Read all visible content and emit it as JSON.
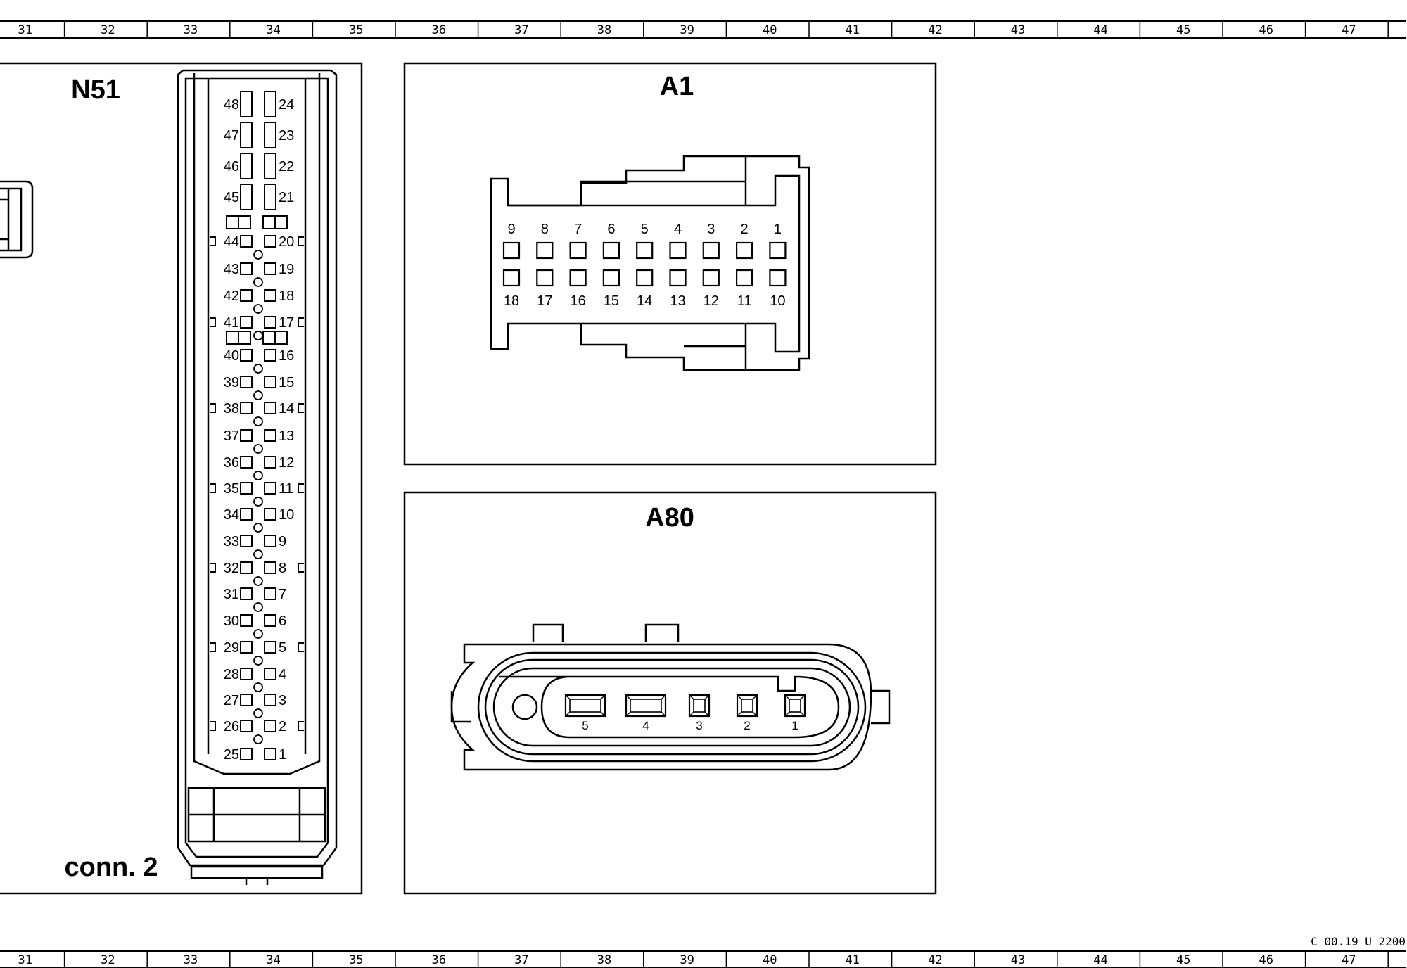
{
  "ruler": {
    "columns": [
      "31",
      "32",
      "33",
      "34",
      "35",
      "36",
      "37",
      "38",
      "39",
      "40",
      "41",
      "42",
      "43",
      "44",
      "45",
      "46",
      "47"
    ]
  },
  "reference_code": "C 00.19 U 2200",
  "connectors": {
    "n51": {
      "title": "N51",
      "subtitle": "conn. 2",
      "pins_left": [
        "48",
        "47",
        "46",
        "45",
        "44",
        "43",
        "42",
        "41",
        "40",
        "39",
        "38",
        "37",
        "36",
        "35",
        "34",
        "33",
        "32",
        "31",
        "30",
        "29",
        "28",
        "27",
        "26",
        "25"
      ],
      "pins_right": [
        "24",
        "23",
        "22",
        "21",
        "20",
        "19",
        "18",
        "17",
        "16",
        "15",
        "14",
        "13",
        "12",
        "11",
        "10",
        "9",
        "8",
        "7",
        "6",
        "5",
        "4",
        "3",
        "2",
        "1"
      ]
    },
    "a1": {
      "title": "A1",
      "pins_top": [
        "9",
        "8",
        "7",
        "6",
        "5",
        "4",
        "3",
        "2",
        "1"
      ],
      "pins_bottom": [
        "18",
        "17",
        "16",
        "15",
        "14",
        "13",
        "12",
        "11",
        "10"
      ]
    },
    "a80": {
      "title": "A80",
      "pins": [
        "5",
        "4",
        "3",
        "2",
        "1"
      ]
    }
  }
}
